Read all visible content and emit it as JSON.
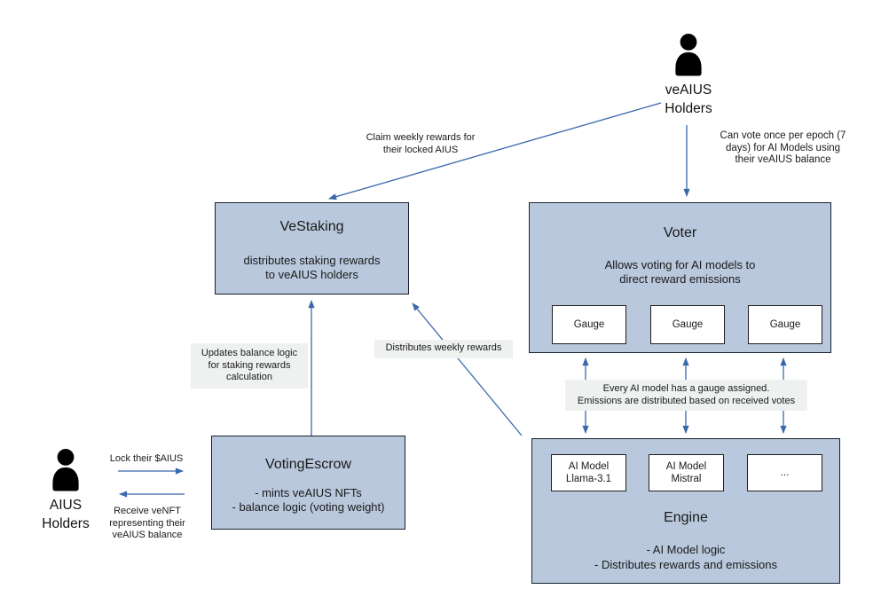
{
  "colors": {
    "box_fill": "#b9c8dc",
    "box_border": "#18222e",
    "inner_box_fill": "#ffffff",
    "inner_box_border": "#1f1f1f",
    "arrow": "#3a68ac",
    "note_bg": "#eff1f1",
    "text": "#1a1a1a"
  },
  "actors": {
    "veaius_holders": {
      "label": "veAIUS\nHolders",
      "icon": "person-icon"
    },
    "aius_holders": {
      "label": "AIUS\nHolders",
      "icon": "person-icon"
    }
  },
  "boxes": {
    "vestaking": {
      "title": "VeStaking",
      "body": "distributes staking rewards\nto veAIUS holders"
    },
    "voter": {
      "title": "Voter",
      "body": "Allows voting for AI models to\ndirect reward emissions",
      "gauges": [
        "Gauge",
        "Gauge",
        "Gauge"
      ]
    },
    "votingescrow": {
      "title": "VotingEscrow",
      "body": "- mints veAIUS NFTs\n- balance logic (voting weight)"
    },
    "engine": {
      "title": "Engine",
      "body": "- AI Model logic\n- Distributes rewards and emissions",
      "models": [
        "AI Model\nLlama-3.1",
        "AI Model\nMistral",
        "..."
      ]
    }
  },
  "edge_labels": {
    "claim_rewards": "Claim weekly rewards for\ntheir locked AIUS",
    "vote_per_epoch": "Can vote once per epoch (7\ndays)  for AI Models using\ntheir veAIUS balance",
    "updates_balance": "Updates balance logic\nfor staking rewards\ncalculation",
    "distributes_weekly": "Distributes weekly rewards",
    "gauge_assignment": "Every AI model has a gauge assigned.\nEmissions are distributed based on received votes",
    "lock_aius": "Lock their $AIUS",
    "receive_venft": "Receive veNFT\nrepresenting their\nveAIUS balance"
  }
}
